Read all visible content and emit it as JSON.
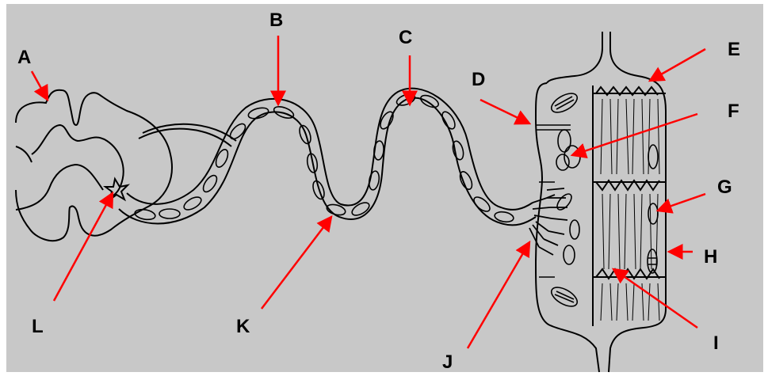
{
  "labels": {
    "A": "A",
    "B": "B",
    "C": "C",
    "D": "D",
    "E": "E",
    "F": "F",
    "G": "G",
    "H": "H",
    "I": "I",
    "J": "J",
    "K": "K",
    "L": "L"
  },
  "colors": {
    "background": "#c8c8c8",
    "outline": "#000000",
    "arrow": "#ff0000"
  }
}
